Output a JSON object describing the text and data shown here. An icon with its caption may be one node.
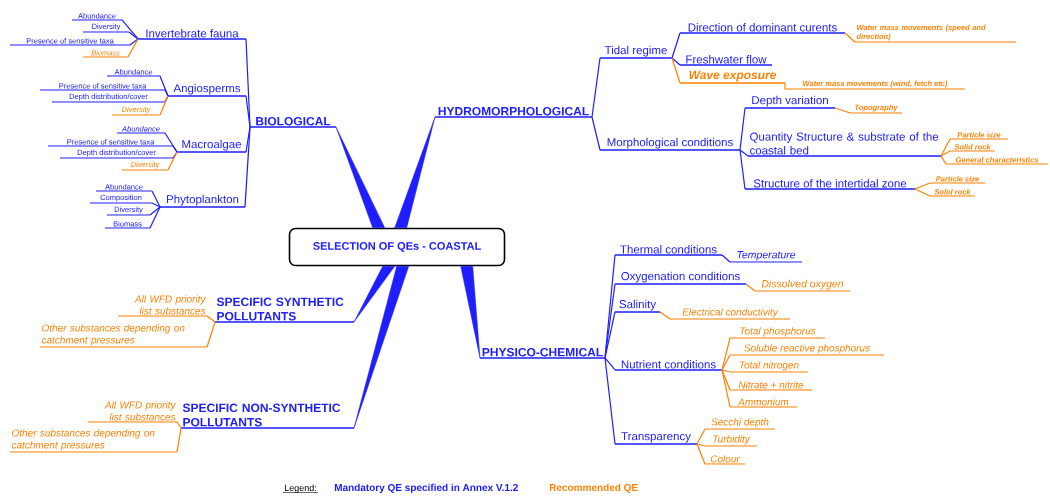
{
  "diagram": {
    "nodes": [
      {
        "text": [
          "SELECTION OF QEs - COASTAL"
        ]
      },
      {
        "text": [
          "BIOLOGICAL"
        ]
      },
      {
        "text": [
          "Invertebrate fauna"
        ]
      },
      {
        "text": [
          "Abundance"
        ]
      },
      {
        "text": [
          "Diversity"
        ]
      },
      {
        "text": [
          "Presence of sensitive taxa"
        ]
      },
      {
        "text": [
          "Biomass"
        ]
      },
      {
        "text": [
          "Angiosperms"
        ]
      },
      {
        "text": [
          "Abundance"
        ]
      },
      {
        "text": [
          "Presence of sensitive taxa"
        ]
      },
      {
        "text": [
          "Depth distribution/cover"
        ]
      },
      {
        "text": [
          "Diversity"
        ]
      },
      {
        "text": [
          "Macroalgae"
        ]
      },
      {
        "text": [
          "Abundance"
        ]
      },
      {
        "text": [
          "Presence of sensitive taxa"
        ]
      },
      {
        "text": [
          "Depth distribution/cover"
        ]
      },
      {
        "text": [
          "Diversity"
        ]
      },
      {
        "text": [
          "Phytoplankton"
        ]
      },
      {
        "text": [
          "Abundance"
        ]
      },
      {
        "text": [
          "Composition"
        ]
      },
      {
        "text": [
          "Diversity"
        ]
      },
      {
        "text": [
          "Biomass"
        ]
      },
      {
        "text": [
          "HYDROMORPHOLOGICAL"
        ]
      },
      {
        "text": [
          "Tidal regime"
        ]
      },
      {
        "text": [
          "Direction of dominant curents"
        ]
      },
      {
        "text": [
          "Water mass movements (speed and direction)"
        ]
      },
      {
        "text": [
          "Freshwater flow"
        ]
      },
      {
        "text": [
          "Wave exposure"
        ]
      },
      {
        "text": [
          "Water mass movements (wind, fetch etc)"
        ]
      },
      {
        "text": [
          "Morphological conditions"
        ]
      },
      {
        "text": [
          "Depth variation"
        ]
      },
      {
        "text": [
          "Topography"
        ]
      },
      {
        "text": [
          "Quantity Structure & substrate of the coastal bed"
        ]
      },
      {
        "text": [
          "Particle size"
        ]
      },
      {
        "text": [
          "Solid rock"
        ]
      },
      {
        "text": [
          "General characteristics"
        ]
      },
      {
        "text": [
          "Structure of the intertidal zone"
        ]
      },
      {
        "text": [
          "Particle size"
        ]
      },
      {
        "text": [
          "Solid rock"
        ]
      },
      {
        "text": [
          "SPECIFIC SYNTHETIC POLLUTANTS"
        ]
      },
      {
        "text": [
          "All WFD priority list substances"
        ]
      },
      {
        "text": [
          "Other substances depending on catchment pressures"
        ]
      },
      {
        "text": [
          "SPECIFIC NON-SYNTHETIC POLLUTANTS"
        ]
      },
      {
        "text": [
          "All WFD priority list substances"
        ]
      },
      {
        "text": [
          "Other substances depending on catchment pressures"
        ]
      },
      {
        "text": [
          "PHYSICO-CHEMICAL"
        ]
      },
      {
        "text": [
          "Thermal conditions"
        ]
      },
      {
        "text": [
          "Temperature"
        ]
      },
      {
        "text": [
          "Oxygenation conditions"
        ]
      },
      {
        "text": [
          "Dissolved oxygen"
        ]
      },
      {
        "text": [
          "Salinity"
        ]
      },
      {
        "text": [
          "Electrical conductivity"
        ]
      },
      {
        "text": [
          "Nutrient conditions"
        ]
      },
      {
        "text": [
          "Total phosphorus"
        ]
      },
      {
        "text": [
          "Soluble reactive phosphorus"
        ]
      },
      {
        "text": [
          "Total nitrogen"
        ]
      },
      {
        "text": [
          "Nitrate + nitrite"
        ]
      },
      {
        "text": [
          "Ammonium"
        ]
      },
      {
        "text": [
          "Transparency"
        ]
      },
      {
        "text": [
          "Secchi depth"
        ]
      },
      {
        "text": [
          "Turbidity"
        ]
      },
      {
        "text": [
          "Colour"
        ]
      }
    ],
    "edges": [
      {
        "from": 0,
        "to": 1,
        "arrow": "none",
        "style": "thick"
      },
      {
        "from": 1,
        "to": 2,
        "arrow": "none"
      },
      {
        "from": 2,
        "to": 3,
        "arrow": "none"
      },
      {
        "from": 2,
        "to": 4,
        "arrow": "none"
      },
      {
        "from": 2,
        "to": 5,
        "arrow": "none"
      },
      {
        "from": 2,
        "to": 6,
        "arrow": "none",
        "color": "#ff8000"
      },
      {
        "from": 1,
        "to": 7,
        "arrow": "none"
      },
      {
        "from": 7,
        "to": 8,
        "arrow": "none"
      },
      {
        "from": 7,
        "to": 9,
        "arrow": "none"
      },
      {
        "from": 7,
        "to": 10,
        "arrow": "none"
      },
      {
        "from": 7,
        "to": 11,
        "arrow": "none",
        "color": "#ff8000"
      },
      {
        "from": 1,
        "to": 12,
        "arrow": "none"
      },
      {
        "from": 12,
        "to": 13,
        "arrow": "none"
      },
      {
        "from": 12,
        "to": 14,
        "arrow": "none"
      },
      {
        "from": 12,
        "to": 15,
        "arrow": "none"
      },
      {
        "from": 12,
        "to": 16,
        "arrow": "none",
        "color": "#ff8000"
      },
      {
        "from": 1,
        "to": 17,
        "arrow": "none"
      },
      {
        "from": 17,
        "to": 18,
        "arrow": "none"
      },
      {
        "from": 17,
        "to": 19,
        "arrow": "none"
      },
      {
        "from": 17,
        "to": 20,
        "arrow": "none"
      },
      {
        "from": 17,
        "to": 21,
        "arrow": "none"
      },
      {
        "from": 0,
        "to": 22,
        "arrow": "none",
        "style": "thick"
      },
      {
        "from": 22,
        "to": 23,
        "arrow": "none"
      },
      {
        "from": 23,
        "to": 24,
        "arrow": "none"
      },
      {
        "from": 24,
        "to": 25,
        "arrow": "none",
        "color": "#ff8000"
      },
      {
        "from": 23,
        "to": 26,
        "arrow": "none"
      },
      {
        "from": 23,
        "to": 27,
        "arrow": "none",
        "color": "#ff8000"
      },
      {
        "from": 27,
        "to": 28,
        "arrow": "none",
        "color": "#ff8000"
      },
      {
        "from": 22,
        "to": 29,
        "arrow": "none"
      },
      {
        "from": 29,
        "to": 30,
        "arrow": "none"
      },
      {
        "from": 30,
        "to": 31,
        "arrow": "none",
        "color": "#ff8000"
      },
      {
        "from": 29,
        "to": 32,
        "arrow": "none"
      },
      {
        "from": 32,
        "to": 33,
        "arrow": "none",
        "color": "#ff8000"
      },
      {
        "from": 32,
        "to": 34,
        "arrow": "none",
        "color": "#ff8000"
      },
      {
        "from": 32,
        "to": 35,
        "arrow": "none",
        "color": "#ff8000"
      },
      {
        "from": 29,
        "to": 36,
        "arrow": "none"
      },
      {
        "from": 36,
        "to": 37,
        "arrow": "none",
        "color": "#ff8000"
      },
      {
        "from": 36,
        "to": 38,
        "arrow": "none",
        "color": "#ff8000"
      },
      {
        "from": 0,
        "to": 39,
        "arrow": "none",
        "style": "thick"
      },
      {
        "from": 39,
        "to": 40,
        "arrow": "none",
        "color": "#ff8000"
      },
      {
        "from": 39,
        "to": 41,
        "arrow": "none",
        "color": "#ff8000"
      },
      {
        "from": 0,
        "to": 42,
        "arrow": "none",
        "style": "thick"
      },
      {
        "from": 42,
        "to": 43,
        "arrow": "none",
        "color": "#ff8000"
      },
      {
        "from": 42,
        "to": 44,
        "arrow": "none",
        "color": "#ff8000"
      },
      {
        "from": 0,
        "to": 45,
        "arrow": "none",
        "style": "thick"
      },
      {
        "from": 45,
        "to": 46,
        "arrow": "none"
      },
      {
        "from": 46,
        "to": 47,
        "arrow": "none"
      },
      {
        "from": 45,
        "to": 48,
        "arrow": "none"
      },
      {
        "from": 48,
        "to": 49,
        "arrow": "none",
        "color": "#ff8000"
      },
      {
        "from": 45,
        "to": 50,
        "arrow": "none"
      },
      {
        "from": 50,
        "to": 51,
        "arrow": "none",
        "color": "#ff8000"
      },
      {
        "from": 45,
        "to": 52,
        "arrow": "none"
      },
      {
        "from": 52,
        "to": 53,
        "arrow": "none",
        "color": "#ff8000"
      },
      {
        "from": 52,
        "to": 54,
        "arrow": "none",
        "color": "#ff8000"
      },
      {
        "from": 52,
        "to": 55,
        "arrow": "none",
        "color": "#ff8000"
      },
      {
        "from": 52,
        "to": 56,
        "arrow": "none",
        "color": "#ff8000"
      },
      {
        "from": 52,
        "to": 57,
        "arrow": "none",
        "color": "#ff8000"
      },
      {
        "from": 45,
        "to": 58,
        "arrow": "none"
      },
      {
        "from": 58,
        "to": 59,
        "arrow": "none",
        "color": "#ff8000"
      },
      {
        "from": 58,
        "to": 60,
        "arrow": "none",
        "color": "#ff8000"
      },
      {
        "from": 58,
        "to": 61,
        "arrow": "none",
        "color": "#ff8000"
      }
    ],
    "labels": [
      "Legend:"
    ],
    "legend": [
      {
        "text": "Mandatory QE specified in Annex V.1.2",
        "color": "#1e1eff"
      },
      {
        "text": "Recommended QE",
        "color": "#ff8000"
      }
    ]
  }
}
